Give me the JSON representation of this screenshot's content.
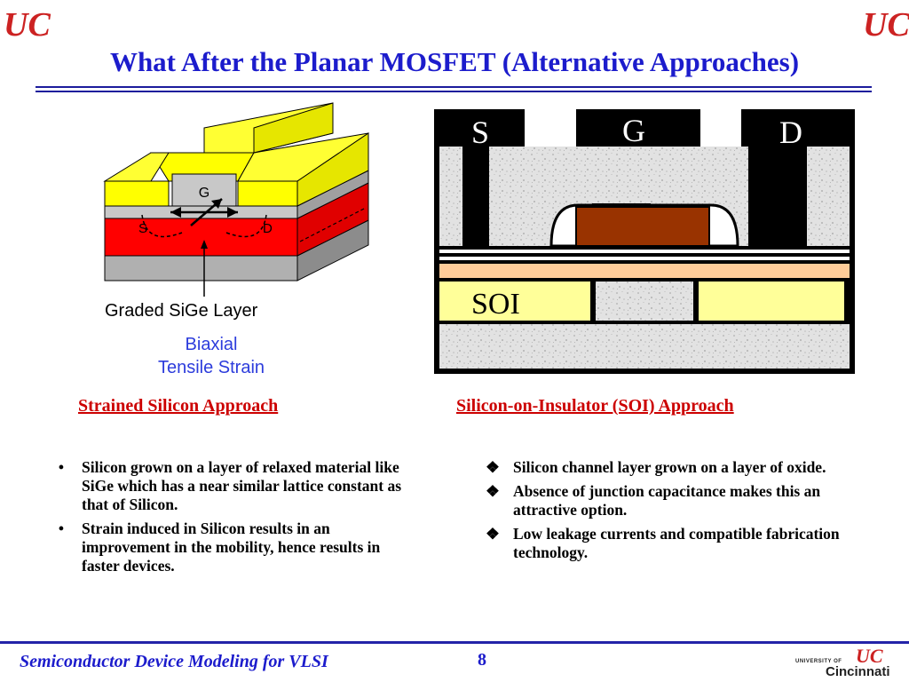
{
  "header": {
    "title": "What After the Planar MOSFET (Alternative Approaches)",
    "logo_text": "UC"
  },
  "left_figure": {
    "gate_label": "G",
    "source_label": "S",
    "drain_label": "D",
    "annotation": "Graded SiGe Layer",
    "strain_line1": "Biaxial",
    "strain_line2": "Tensile Strain",
    "colors": {
      "gate_metal": "#ffff00",
      "sige": "#ff0000",
      "substrate": "#b0b0b0",
      "strain_text": "#2c3cdc"
    }
  },
  "right_figure": {
    "source_label": "S",
    "gate_label": "G",
    "drain_label": "D",
    "soi_label": "SOI",
    "colors": {
      "contact": "#000000",
      "gate": "#993300",
      "oxide": "#ffcc99",
      "soi": "#ffff99"
    }
  },
  "left_section": {
    "caption": "Strained Silicon Approach",
    "bullet_marker": "•",
    "bullets": [
      "Silicon grown on a layer of relaxed material like SiGe which has a near similar lattice constant as that of Silicon.",
      "Strain induced in Silicon results in an improvement in the mobility, hence results in faster devices."
    ]
  },
  "right_section": {
    "caption": "Silicon-on-Insulator (SOI) Approach",
    "bullet_marker": "❖",
    "bullets": [
      "Silicon channel layer grown on a layer of oxide.",
      "Absence of junction capacitance makes this an attractive option.",
      "Low leakage currents and compatible fabrication technology."
    ]
  },
  "footer": {
    "course_title": "Semiconductor Device Modeling for VLSI",
    "page_number": "8",
    "university_small": "UNIVERSITY OF",
    "university_name": "Cincinnati"
  }
}
